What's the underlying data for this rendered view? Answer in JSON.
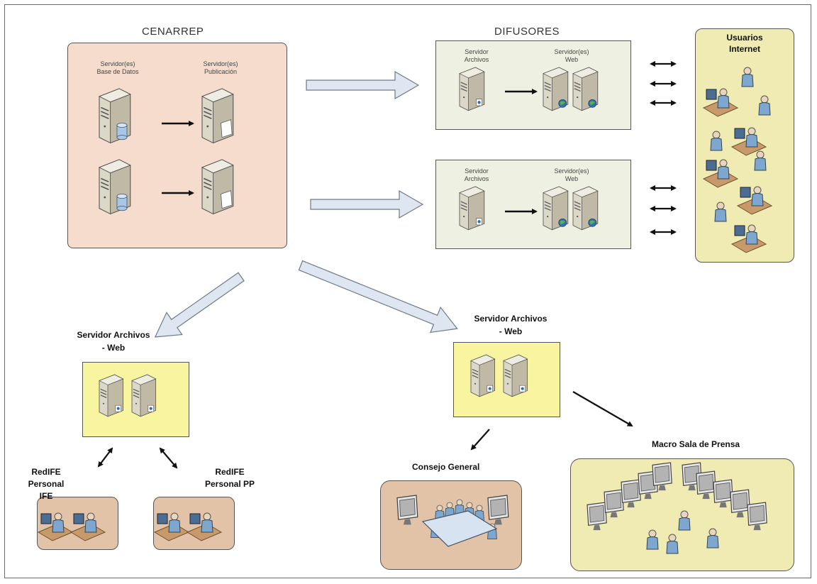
{
  "cenarrep": {
    "title": "CENARREP",
    "db_label": "Servidor(es) Base de Datos",
    "pub_label": "Servidor(es) Publicación"
  },
  "difusores": {
    "title": "DIFUSORES",
    "files_label": "Servidor Archivos",
    "web_label": "Servidor(es) Web"
  },
  "internet": {
    "label": "Usuarios Internet"
  },
  "left_server": {
    "label": "Servidor Archivos - Web"
  },
  "right_server": {
    "label": "Servidor Archivos - Web"
  },
  "redife_ife": {
    "label": "RedIFE Personal IFE"
  },
  "redife_pp": {
    "label": "RedIFE Personal PP"
  },
  "consejo": {
    "label": "Consejo General"
  },
  "macro": {
    "label": "Macro Sala de Prensa"
  },
  "colors": {
    "cenarrep_fill": "#f5dccd",
    "difusor_fill": "#eef1e2",
    "internet_fill": "#efebb3",
    "yellow_fill": "#f8f49f",
    "tan_fill": "#e2c3a8",
    "arrow_fill": "#dde6f1"
  }
}
